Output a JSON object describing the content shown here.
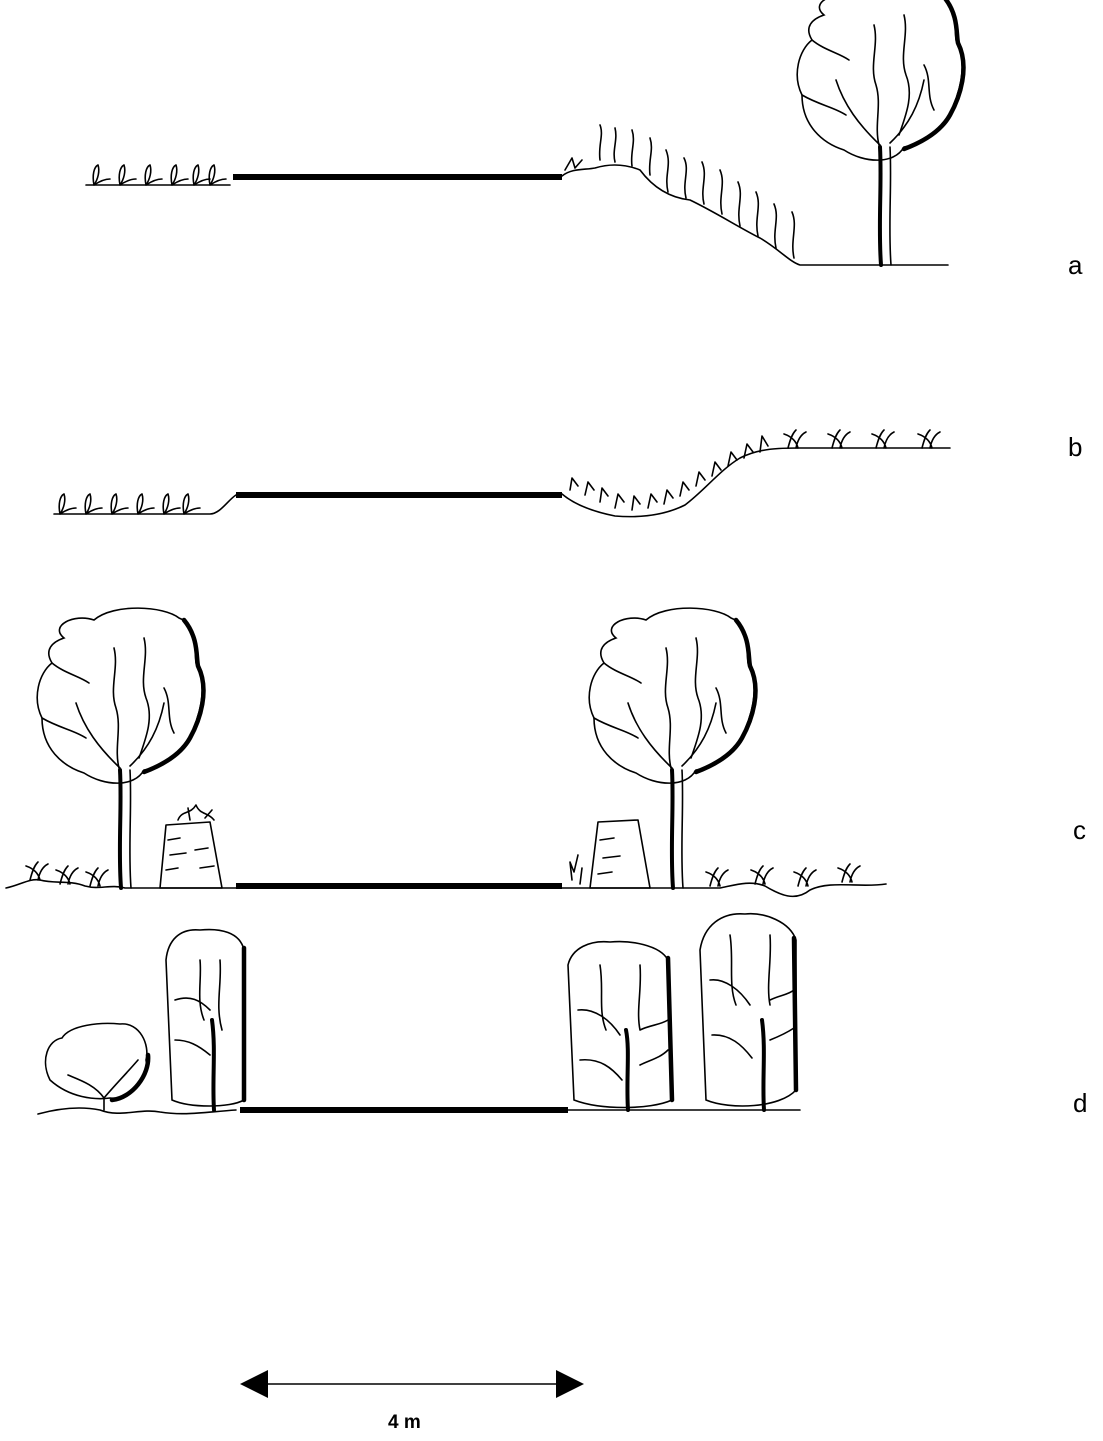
{
  "panels": [
    {
      "id": "a",
      "label": "a"
    },
    {
      "id": "b",
      "label": "b"
    },
    {
      "id": "c",
      "label": "c"
    },
    {
      "id": "d",
      "label": "d"
    }
  ],
  "scale": {
    "label": "4 m"
  }
}
